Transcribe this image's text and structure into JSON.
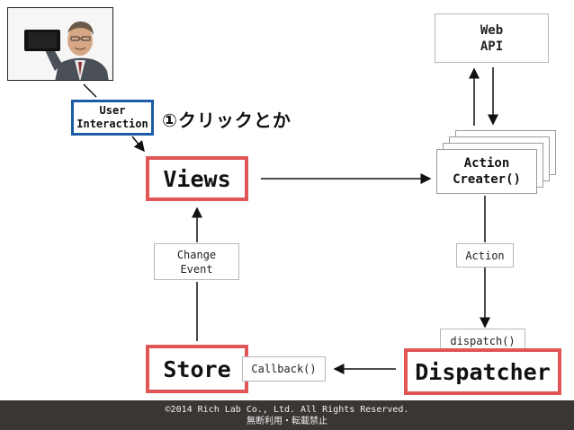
{
  "photo": {
    "subject": "person-holding-phone"
  },
  "user_interaction": {
    "line1": "User",
    "line2": "Interaction"
  },
  "annotation": "①クリックとか",
  "views": "Views",
  "web_api": {
    "line1": "Web",
    "line2": "API"
  },
  "action_creater": {
    "line1": "Action",
    "line2": "Creater()"
  },
  "change_event": {
    "line1": "Change",
    "line2": "Event"
  },
  "action": "Action",
  "dispatch": "dispatch()",
  "store": "Store",
  "callback": "Callback()",
  "dispatcher": "Dispatcher",
  "footer": {
    "line1": "©2014 Rich Lab Co., Ltd. All Rights Reserved.",
    "line2": "無断利用・転載禁止"
  },
  "colors": {
    "highlight": "#e05555",
    "user_box": "#1d5ba8",
    "footer_bg": "#3a3634"
  }
}
